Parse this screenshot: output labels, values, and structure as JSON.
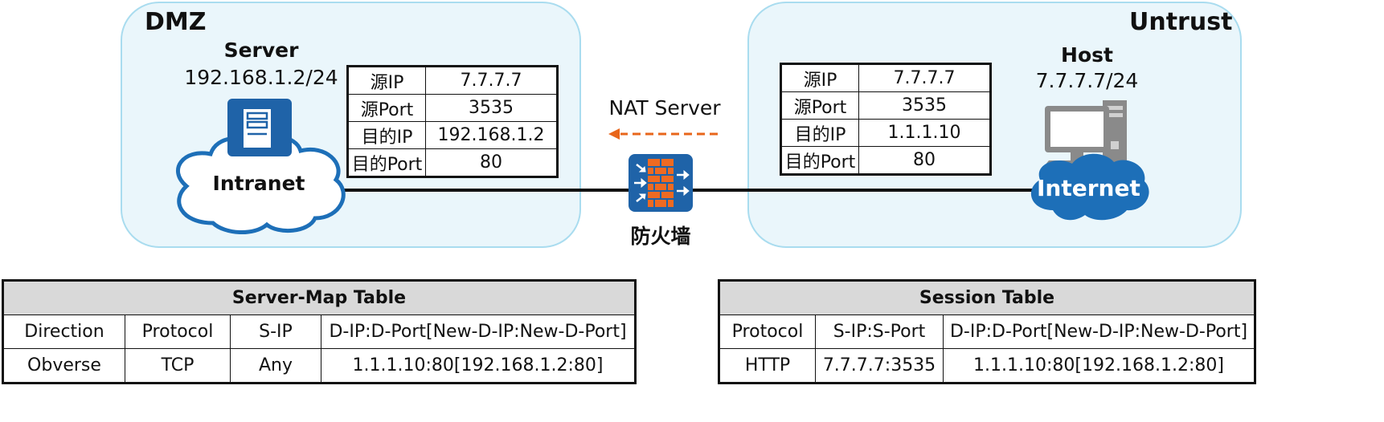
{
  "zones": {
    "dmz": "DMZ",
    "untrust": "Untrust"
  },
  "server": {
    "name": "Server",
    "ip": "192.168.1.2/24",
    "cloud": "Intranet"
  },
  "host": {
    "name": "Host",
    "ip": "7.7.7.7/24",
    "cloud": "Internet"
  },
  "firewall": {
    "label": "防火墙",
    "nat_label": "NAT Server"
  },
  "packet_left": [
    {
      "field": "源IP",
      "value": "7.7.7.7"
    },
    {
      "field": "源Port",
      "value": "3535"
    },
    {
      "field": "目的IP",
      "value": "192.168.1.2"
    },
    {
      "field": "目的Port",
      "value": "80"
    }
  ],
  "packet_right": [
    {
      "field": "源IP",
      "value": "7.7.7.7"
    },
    {
      "field": "源Port",
      "value": "3535"
    },
    {
      "field": "目的IP",
      "value": "1.1.1.10"
    },
    {
      "field": "目的Port",
      "value": "80"
    }
  ],
  "server_map": {
    "title": "Server-Map Table",
    "headers": [
      "Direction",
      "Protocol",
      "S-IP",
      "D-IP:D-Port[New-D-IP:New-D-Port]"
    ],
    "rows": [
      [
        "Obverse",
        "TCP",
        "Any",
        "1.1.1.10:80[192.168.1.2:80]"
      ]
    ]
  },
  "session": {
    "title": "Session Table",
    "headers": [
      "Protocol",
      "S-IP:S-Port",
      "D-IP:D-Port[New-D-IP:New-D-Port]"
    ],
    "rows": [
      [
        "HTTP",
        "7.7.7.7:3535",
        "1.1.1.10:80[192.168.1.2:80]"
      ]
    ]
  },
  "colors": {
    "zone_fill": "#eaf6fb",
    "zone_border": "#a9dcef",
    "device_blue": "#1f63a8",
    "cloud_blue": "#1d6fb8",
    "arrow_orange": "#e8661b",
    "firewall_brick": "#ee6a22"
  }
}
